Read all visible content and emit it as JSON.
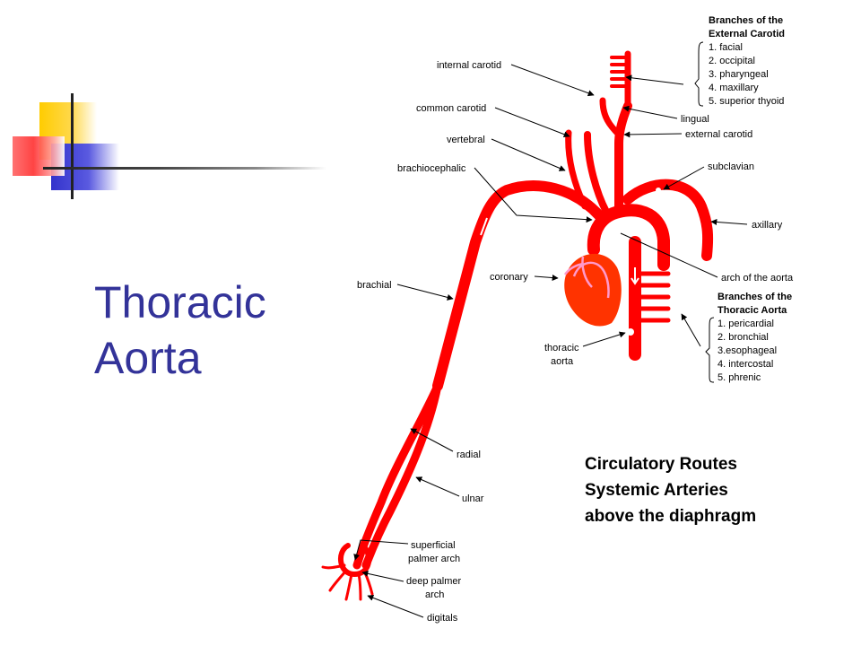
{
  "slide": {
    "title_line1": "Thoracic",
    "title_line2": "Aorta"
  },
  "colors": {
    "title": "#333399",
    "artery": "#ff0000",
    "heart": "#ff3300",
    "coronary": "#ff99cc",
    "deco_yellow": "#ffcc00",
    "deco_blue": "#3333cc",
    "deco_red": "#ff3333"
  },
  "labels": {
    "internal_carotid": "internal carotid",
    "common_carotid": "common carotid",
    "vertebral": "vertebral",
    "brachiocephalic": "brachiocephalic",
    "brachial": "brachial",
    "coronary": "coronary",
    "thoracic_aorta_1": "thoracic",
    "thoracic_aorta_2": "aorta",
    "radial": "radial",
    "ulnar": "ulnar",
    "superficial_palmer_arch_1": "superficial",
    "superficial_palmer_arch_2": "palmer arch",
    "deep_palmer_arch_1": "deep palmer",
    "deep_palmer_arch_2": "arch",
    "digitals": "digitals",
    "lingual": "lingual",
    "external_carotid": "external carotid",
    "subclavian": "subclavian",
    "axillary": "axillary",
    "arch_of_aorta": "arch of the aorta"
  },
  "external_carotid_branches": {
    "heading_1": "Branches of the",
    "heading_2": "External Carotid",
    "items": [
      "1. facial",
      "2. occipital",
      "3. pharyngeal",
      "4. maxillary",
      "5. superior thyoid"
    ]
  },
  "thoracic_aorta_branches": {
    "heading_1": "Branches of the",
    "heading_2": "Thoracic Aorta",
    "items": [
      "1. pericardial",
      "2. bronchial",
      "3.esophageal",
      "4. intercostal",
      "5. phrenic"
    ]
  },
  "caption": {
    "line1": "Circulatory Routes",
    "line2": "Systemic Arteries",
    "line3": "above the diaphragm"
  }
}
